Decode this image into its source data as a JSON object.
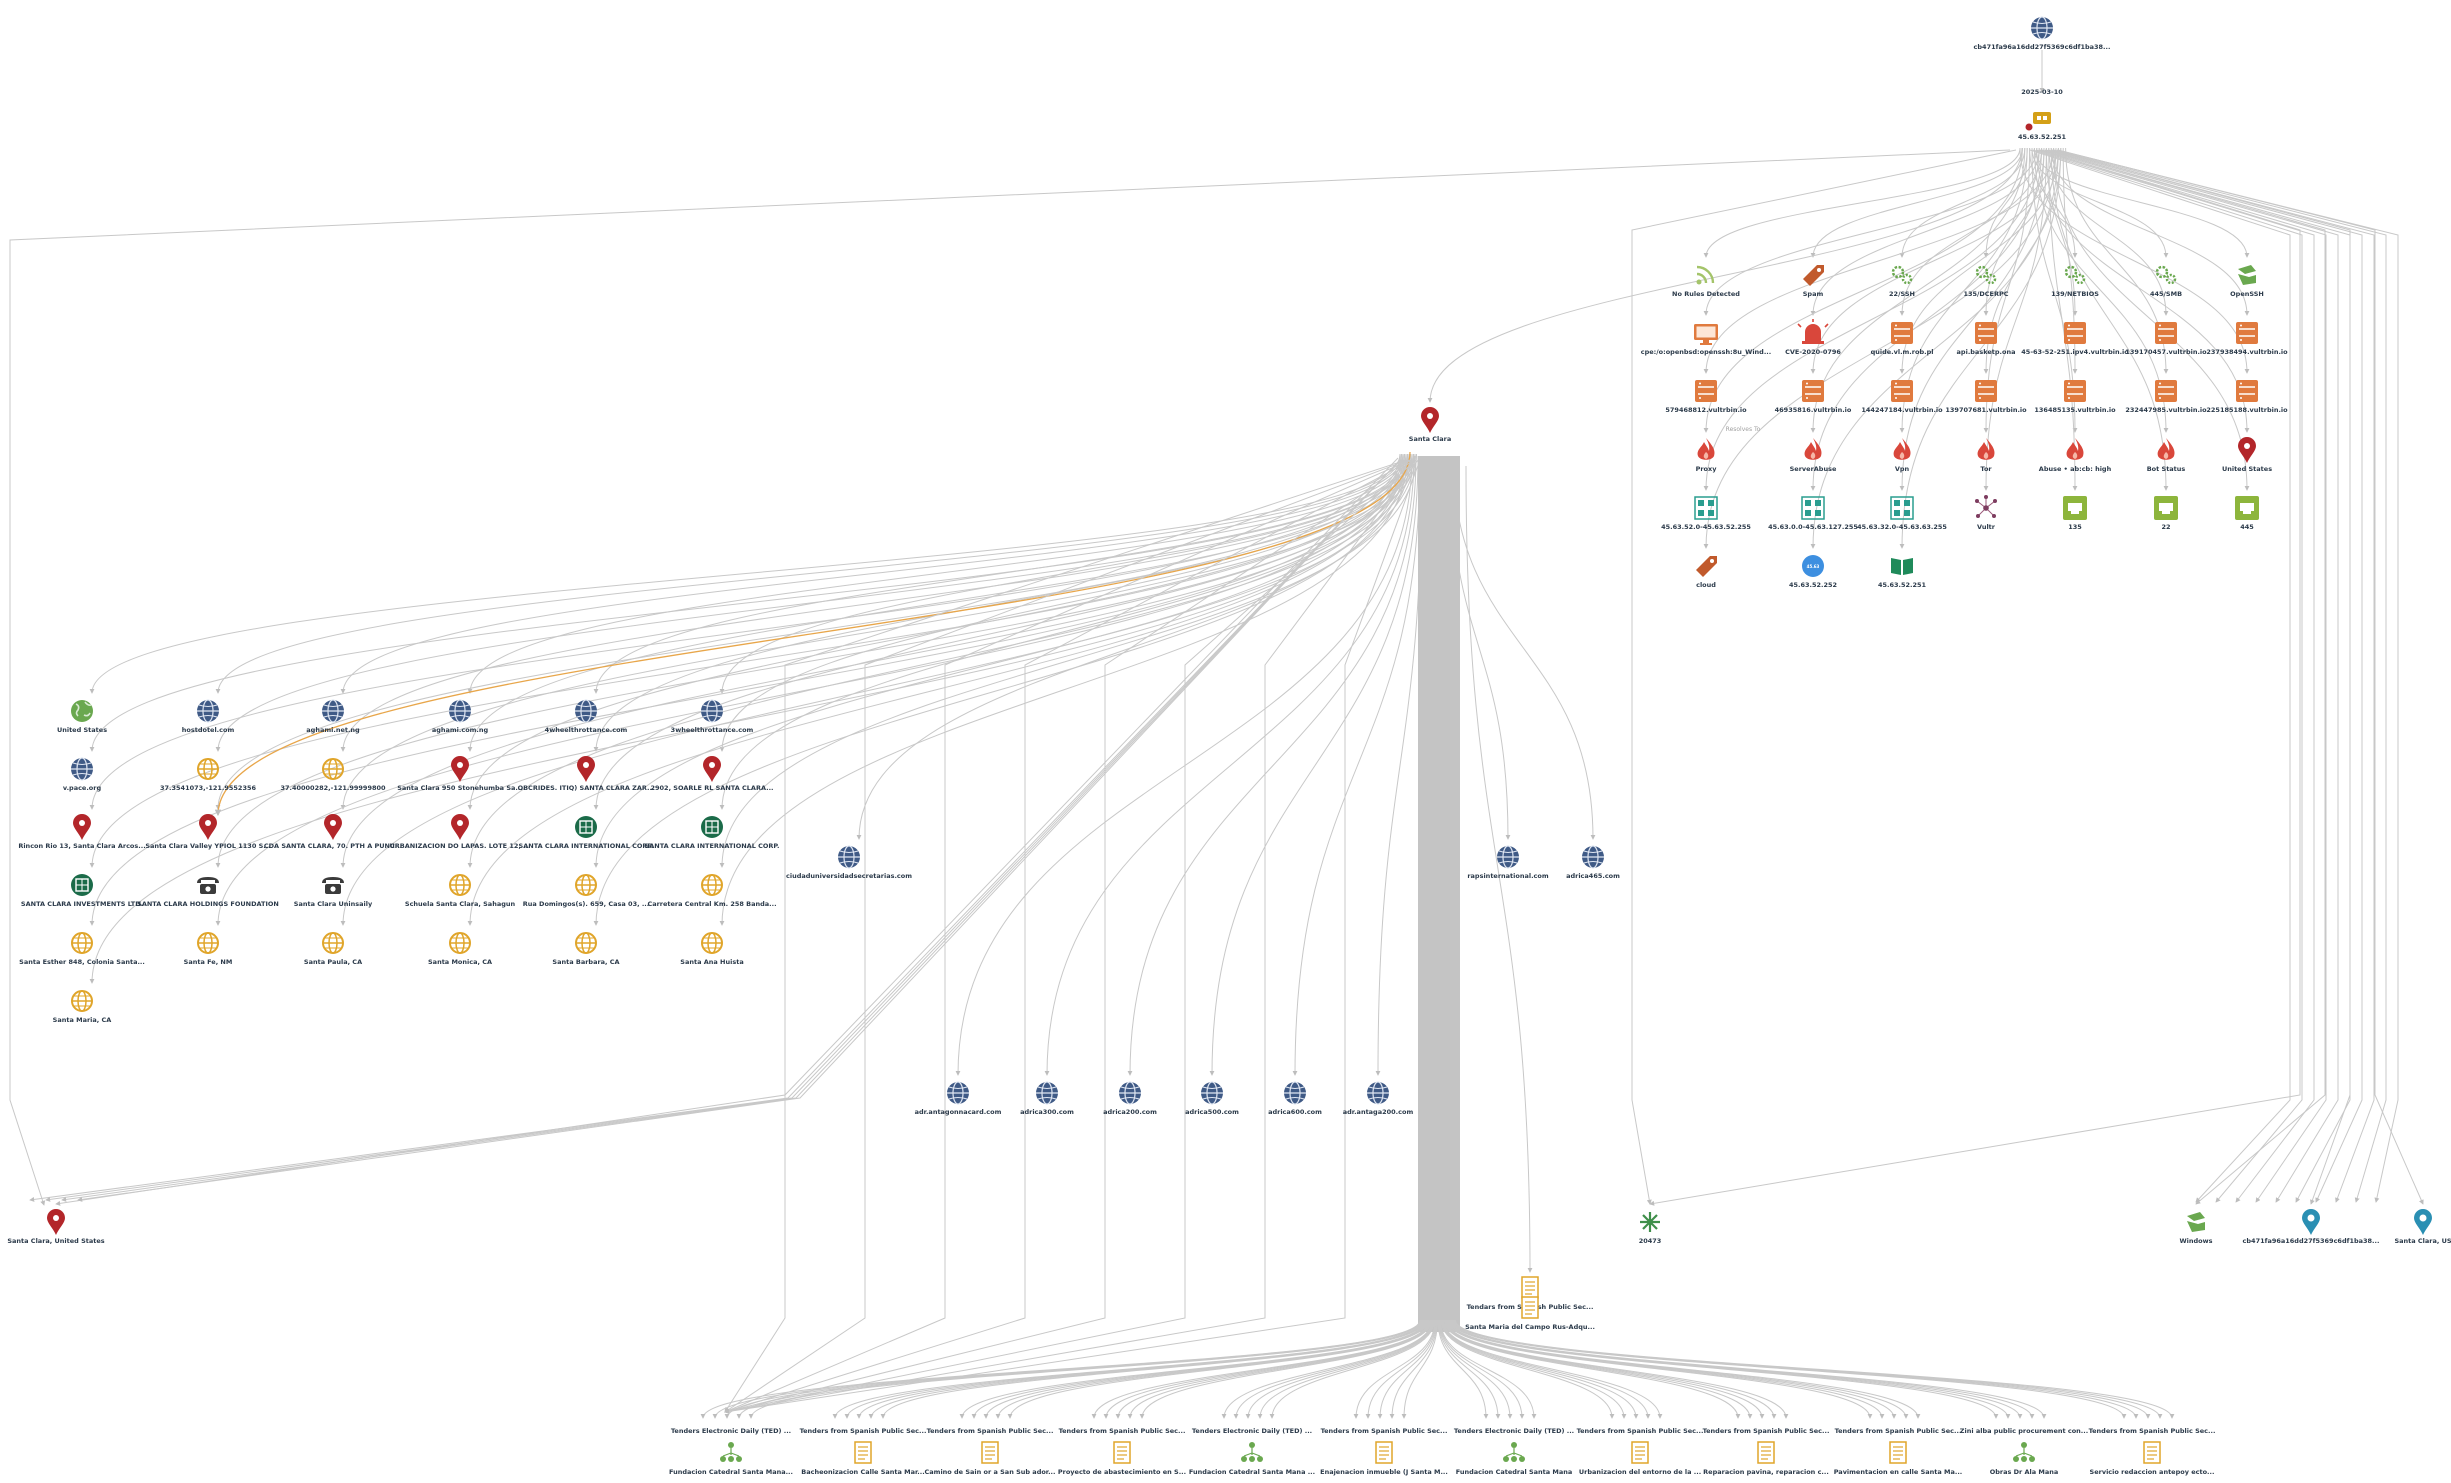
{
  "graph": {
    "edge_label": "Resolves To",
    "nodes": [
      {
        "id": "hash",
        "label": "cb471fa96a16dd27f5369c6df1ba38...",
        "icon": "globe-icon"
      },
      {
        "id": "ip",
        "label": "45.63.52.251",
        "sublabel": "2025-03-10",
        "icon": "ip-address-icon"
      },
      {
        "id": "santa_clara",
        "label": "Santa Clara",
        "icon": "map-pin-icon"
      },
      {
        "id": "t_norules",
        "label": "No Rules Detected",
        "icon": "feed-icon"
      },
      {
        "id": "t_spam",
        "label": "Spam",
        "icon": "tag-icon"
      },
      {
        "id": "t_ssh",
        "label": "22/SSH",
        "icon": "service-icon"
      },
      {
        "id": "t_msrpc",
        "label": "135/DCERPC",
        "icon": "service-icon"
      },
      {
        "id": "t_netbios",
        "label": "139/NETBIOS",
        "icon": "service-icon"
      },
      {
        "id": "t_smb",
        "label": "445/SMB",
        "icon": "service-icon"
      },
      {
        "id": "t_openssh",
        "label": "OpenSSH",
        "icon": "software-icon"
      },
      {
        "id": "r_cpe",
        "label": "cpe:/o:openbsd:openssh:8u_Wind...",
        "icon": "monitor-icon"
      },
      {
        "id": "r_cve",
        "label": "CVE-2020-0796",
        "icon": "alarm-icon"
      },
      {
        "id": "r_quide",
        "label": "quide.vl.m.rob.pl",
        "icon": "server-icon"
      },
      {
        "id": "r_api",
        "label": "api.basketp.ona",
        "icon": "server-icon"
      },
      {
        "id": "r_vultr",
        "label": "45-63-52-251.ipv4.vultrbin.io",
        "icon": "server-icon"
      },
      {
        "id": "r_139",
        "label": "139170457.vultrbin.io",
        "icon": "server-icon"
      },
      {
        "id": "r_237",
        "label": "237938494.vultrbin.io",
        "icon": "server-icon"
      },
      {
        "id": "s_579",
        "label": "579468812.vultrbin.io",
        "icon": "server-icon"
      },
      {
        "id": "s_469",
        "label": "46935816.vultrbin.io",
        "icon": "server-icon"
      },
      {
        "id": "s_144",
        "label": "144247184.vultrbin.io",
        "icon": "server-icon"
      },
      {
        "id": "s_139b",
        "label": "139707681.vultrbin.io",
        "icon": "server-icon"
      },
      {
        "id": "s_136",
        "label": "136485135.vultrbin.io",
        "icon": "server-icon"
      },
      {
        "id": "s_232",
        "label": "232447985.vultrbin.io",
        "icon": "server-icon"
      },
      {
        "id": "s_225",
        "label": "225185188.vultrbin.io",
        "icon": "server-icon"
      },
      {
        "id": "f_proxy",
        "label": "Proxy",
        "icon": "fire-icon"
      },
      {
        "id": "f_server",
        "label": "ServerAbuse",
        "icon": "fire-icon"
      },
      {
        "id": "f_vpn",
        "label": "Vpn",
        "icon": "fire-icon"
      },
      {
        "id": "f_tor",
        "label": "Tor",
        "icon": "fire-icon"
      },
      {
        "id": "f_abuse",
        "label": "Abuse • ab:cb: high",
        "icon": "fire-icon"
      },
      {
        "id": "f_bot",
        "label": "Bot Status",
        "icon": "fire-icon"
      },
      {
        "id": "f_us",
        "label": "United States",
        "icon": "map-pin-icon"
      },
      {
        "id": "n_range1",
        "label": "45.63.52.0-45.63.52.255",
        "icon": "network-icon"
      },
      {
        "id": "n_range2",
        "label": "45.63.0.0-45.63.127.255",
        "icon": "network-icon"
      },
      {
        "id": "n_range3",
        "label": "45.63.32.0-45.63.63.255",
        "icon": "network-icon"
      },
      {
        "id": "n_vultr",
        "label": "Vultr",
        "icon": "cluster-icon"
      },
      {
        "id": "p_135",
        "label": "135",
        "icon": "port-icon"
      },
      {
        "id": "p_22",
        "label": "22",
        "icon": "port-icon"
      },
      {
        "id": "p_445",
        "label": "445",
        "icon": "port-icon"
      },
      {
        "id": "c_cloud",
        "label": "cloud",
        "icon": "tag-icon"
      },
      {
        "id": "c_ip1",
        "label": "45.63.52.252",
        "icon": "circle-icon"
      },
      {
        "id": "c_ip2",
        "label": "45.63.52.251",
        "icon": "book-icon"
      },
      {
        "id": "g_us",
        "label": "United States",
        "icon": "earth-icon"
      },
      {
        "id": "g_hotel",
        "label": "hostdotel.com",
        "icon": "globe-icon"
      },
      {
        "id": "g_aghami1",
        "label": "aghami.net.ng",
        "icon": "globe-icon"
      },
      {
        "id": "g_aghami2",
        "label": "aghami.com.ng",
        "icon": "globe-icon"
      },
      {
        "id": "g_4wheel",
        "label": "4wheelthrottance.com",
        "icon": "globe-icon"
      },
      {
        "id": "g_3wheel",
        "label": "3wheelthrottance.com",
        "icon": "globe-icon"
      },
      {
        "id": "h_vpace",
        "label": "v.pace.org",
        "icon": "globe-icon"
      },
      {
        "id": "h_coord1",
        "label": "37.3541073,-121.9552356",
        "icon": "coordinate-icon"
      },
      {
        "id": "h_coord2",
        "label": "37.40000282,-121.99999800",
        "icon": "coordinate-icon"
      },
      {
        "id": "h_addr1",
        "label": "Santa Clara 950 Stonehumba Sa...",
        "icon": "map-pin-icon"
      },
      {
        "id": "h_addr2",
        "label": "OBCRIDES. ITIQ) SANTA CLARA ZAR...",
        "icon": "map-pin-icon"
      },
      {
        "id": "h_addr3",
        "label": "2902, SOARLE RL SANTA CLARA...",
        "icon": "map-pin-icon"
      },
      {
        "id": "i_addr1",
        "label": "Rincon Rio 13, Santa Clara Arcos...",
        "icon": "map-pin-icon"
      },
      {
        "id": "i_addr2",
        "label": "Santa Clara Valley YPIOL 1130 S...",
        "icon": "map-pin-icon"
      },
      {
        "id": "i_addr3",
        "label": "CDA SANTA CLARA, 70. PTH A PUNC...",
        "icon": "map-pin-icon"
      },
      {
        "id": "i_addr4",
        "label": "URBANIZACION DO LAPAS. LOTE 12, ...",
        "icon": "map-pin-icon"
      },
      {
        "id": "i_org1",
        "label": "SANTA CLARA INTERNATIONAL CORP.",
        "icon": "organization-icon"
      },
      {
        "id": "i_org2",
        "label": "SANTA CLARA INTERNATIONAL CORP.",
        "icon": "organization-icon"
      },
      {
        "id": "j_org",
        "label": "SANTA CLARA INVESTMENTS LTD.",
        "icon": "organization-icon"
      },
      {
        "id": "j_phone1",
        "label": "SANTA CLARA HOLDINGS FOUNDATION",
        "icon": "phone-icon"
      },
      {
        "id": "j_phone2",
        "label": "Santa Clara Uninsaily",
        "icon": "phone-icon"
      },
      {
        "id": "j_loc1",
        "label": "Schuela Santa Clara, Sahagun",
        "icon": "location-icon"
      },
      {
        "id": "j_loc2",
        "label": "Rua Domingos(s). 659, Casa 03, ...",
        "icon": "location-icon"
      },
      {
        "id": "j_loc3",
        "label": "Carretera Central Km. 258 Banda...",
        "icon": "location-icon"
      },
      {
        "id": "k_loc1",
        "label": "Santa Esther 848, Colonia Santa...",
        "icon": "location-icon"
      },
      {
        "id": "k_loc2",
        "label": "Santa Fe, NM",
        "icon": "location-icon"
      },
      {
        "id": "k_loc3",
        "label": "Santa Paula, CA",
        "icon": "location-icon"
      },
      {
        "id": "k_loc4",
        "label": "Santa Monica, CA",
        "icon": "location-icon"
      },
      {
        "id": "k_loc5",
        "label": "Santa Barbara, CA",
        "icon": "location-icon"
      },
      {
        "id": "k_loc6",
        "label": "Santa Ana Huista",
        "icon": "location-icon"
      },
      {
        "id": "k_loc7",
        "label": "Santa Maria, CA",
        "icon": "location-icon"
      },
      {
        "id": "m_ciudad",
        "label": "ciudaduniversidadsecretarias.com",
        "icon": "globe-icon"
      },
      {
        "id": "m_rap",
        "label": "rapsinternational.com",
        "icon": "globe-icon"
      },
      {
        "id": "m_adr465",
        "label": "adrica465.com",
        "icon": "globe-icon"
      },
      {
        "id": "d_1",
        "label": "adr.antagonnacard.com",
        "icon": "globe-icon"
      },
      {
        "id": "d_2",
        "label": "adrica300.com",
        "icon": "globe-icon"
      },
      {
        "id": "d_3",
        "label": "adrica200.com",
        "icon": "globe-icon"
      },
      {
        "id": "d_4",
        "label": "adrica500.com",
        "icon": "globe-icon"
      },
      {
        "id": "d_5",
        "label": "adrica600.com",
        "icon": "globe-icon"
      },
      {
        "id": "d_6",
        "label": "adr.antaga200.com",
        "icon": "globe-icon"
      },
      {
        "id": "l_sc",
        "label": "Santa Clara, United States",
        "icon": "map-pin-icon"
      },
      {
        "id": "l_20473",
        "label": "20473",
        "icon": "asn-icon"
      },
      {
        "id": "l_windows",
        "label": "Windows",
        "icon": "software-icon"
      },
      {
        "id": "l_hash2",
        "label": "cb471fa96a16dd27f5369c6df1ba38...",
        "icon": "fingerprint-icon"
      },
      {
        "id": "l_sc2",
        "label": "Santa Clara, US",
        "icon": "fingerprint-icon"
      },
      {
        "id": "o_tender",
        "label": "Tendars from Spanish Public Sec...",
        "icon": "document-icon"
      },
      {
        "id": "o_maria",
        "label": "Santa Maria del Campo Rus-Adqu...",
        "icon": "document-icon"
      },
      {
        "id": "b_1",
        "label": "Fundacion Catedral Santa Mana...",
        "sublabel": "Tenders Electronic Daily (TED) ...",
        "icon": "hierarchy-icon"
      },
      {
        "id": "b_2",
        "label": "Bacheonizacion Calle Santa Mar...",
        "sublabel": "Tenders from Spanish Public Sec...",
        "icon": "document-icon"
      },
      {
        "id": "b_3",
        "label": "Camino de Sain or a San Sub ador...",
        "sublabel": "Tenders from Spanish Public Sec...",
        "icon": "document-icon"
      },
      {
        "id": "b_4",
        "label": "Proyecto de abastecimiento en S...",
        "sublabel": "Tenders from Spanish Public Sec...",
        "icon": "document-icon"
      },
      {
        "id": "b_5",
        "label": "Fundacion Catedral Santa Mana ...",
        "sublabel": "Tenders Electronic Daily (TED) ...",
        "icon": "hierarchy-icon"
      },
      {
        "id": "b_6",
        "label": "Enajenacion inmueble (J Santa M...",
        "sublabel": "Tenders from Spanish Public Sec...",
        "icon": "document-icon"
      },
      {
        "id": "b_7",
        "label": "Fundacion Catedral Santa Mana",
        "sublabel": "Tenders Electronic Daily (TED) ...",
        "icon": "hierarchy-icon"
      },
      {
        "id": "b_8",
        "label": "Urbanizacion del entorno de la ...",
        "sublabel": "Tenders from Spanish Public Sec...",
        "icon": "document-icon"
      },
      {
        "id": "b_9",
        "label": "Reparacion pavina, reparacion c...",
        "sublabel": "Tenders from Spanish Public Sec...",
        "icon": "document-icon"
      },
      {
        "id": "b_10",
        "label": "Pavimentacion en calle Santa Ma...",
        "sublabel": "Tenders from Spanish Public Sec...",
        "icon": "document-icon"
      },
      {
        "id": "b_11",
        "label": "Obras Dr Ala Mana",
        "sublabel": "Zini alba public procurement con...",
        "icon": "hierarchy-icon"
      },
      {
        "id": "b_12",
        "label": "Servicio redaccion antepoy ecto...",
        "sublabel": "Tenders from Spanish Public Sec...",
        "icon": "document-icon"
      }
    ]
  }
}
